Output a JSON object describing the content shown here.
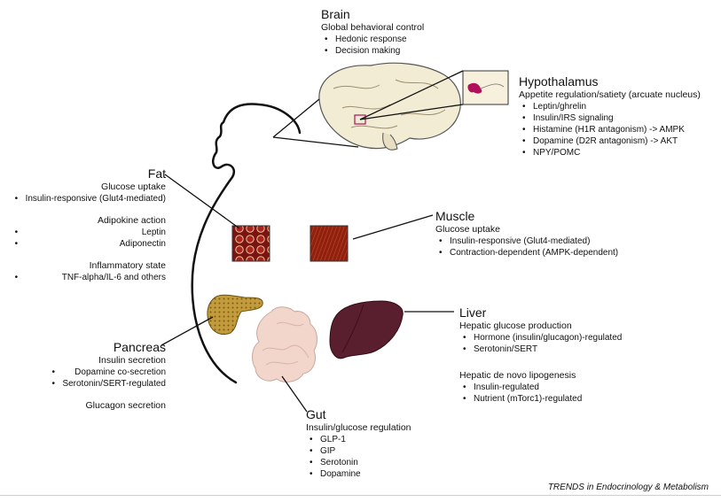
{
  "brain": {
    "title": "Brain",
    "subtitle": "Global behavioral control",
    "items": [
      "Hedonic response",
      "Decision making"
    ]
  },
  "hypothalamus": {
    "title": "Hypothalamus",
    "subtitle": "Appetite regulation/satiety (arcuate nucleus)",
    "items": [
      "Leptin/ghrelin",
      "Insulin/IRS signaling",
      "Histamine (H1R antagonism) -> AMPK",
      "Dopamine (D2R antagonism) -> AKT",
      "NPY/POMC"
    ]
  },
  "fat": {
    "title": "Fat",
    "glucose_heading": "Glucose uptake",
    "glucose_items": [
      "Insulin-responsive (Glut4-mediated)"
    ],
    "adipokine_heading": "Adipokine action",
    "adipokine_items": [
      "Leptin",
      "Adiponectin"
    ],
    "inflammatory_heading": "Inflammatory state",
    "inflammatory_items": [
      "TNF-alpha/IL-6 and others"
    ]
  },
  "muscle": {
    "title": "Muscle",
    "subtitle": "Glucose uptake",
    "items": [
      "Insulin-responsive (Glut4-mediated)",
      "Contraction-dependent (AMPK-dependent)"
    ]
  },
  "pancreas": {
    "title": "Pancreas",
    "subtitle": "Insulin secretion",
    "items": [
      "Dopamine co-secretion",
      "Serotonin/SERT-regulated"
    ],
    "glucagon": "Glucagon secretion"
  },
  "liver": {
    "title": "Liver",
    "production_heading": "Hepatic glucose production",
    "production_items": [
      "Hormone (insulin/glucagon)-regulated",
      "Serotonin/SERT"
    ],
    "lipogenesis_heading": "Hepatic de novo lipogenesis",
    "lipogenesis_items": [
      "Insulin-regulated",
      "Nutrient (mTorc1)-regulated"
    ]
  },
  "gut": {
    "title": "Gut",
    "subtitle": "Insulin/glucose regulation",
    "items": [
      "GLP-1",
      "GIP",
      "Serotonin",
      "Dopamine"
    ]
  },
  "footer": "TRENDS in Endocrinology & Metabolism",
  "colors": {
    "liver": "#5a1f2e",
    "pancreas": "#b08a2a",
    "fat_tissue": "#8b1a1a",
    "muscle_tissue": "#9a2410",
    "hypothalamus_mark": "#b0125a",
    "brain_fill": "#f3ecd4",
    "gut_fill": "#f2d6cc"
  }
}
